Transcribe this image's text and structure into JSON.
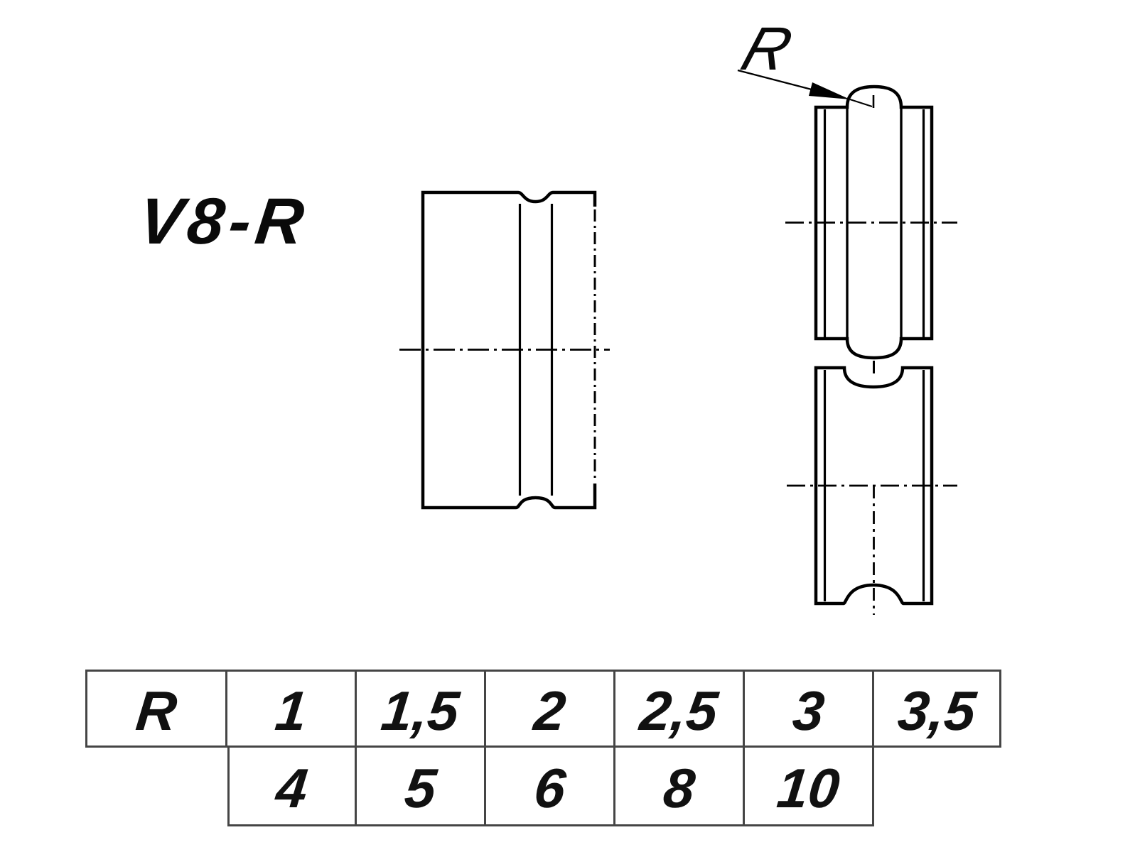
{
  "title": "V8-R",
  "radius_label": "R",
  "table": {
    "rows": [
      {
        "cells": [
          "R",
          "1",
          "1,5",
          "2",
          "2,5",
          "3",
          "3,5"
        ]
      },
      {
        "cells": [
          "4",
          "5",
          "6",
          "8",
          "10"
        ]
      }
    ]
  },
  "colors": {
    "background": "#ffffff",
    "drawing_line": "#000000",
    "table_border": "#454545",
    "text": "#111111"
  }
}
